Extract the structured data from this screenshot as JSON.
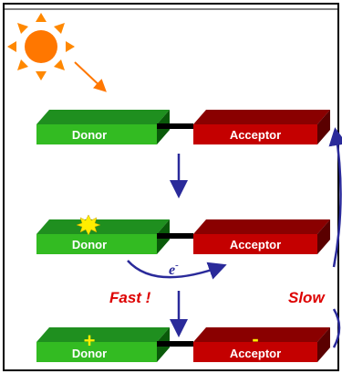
{
  "rows": [
    {
      "donor": {
        "label": "Donor",
        "mark": ""
      },
      "acceptor": {
        "label": "Acceptor",
        "mark": ""
      }
    },
    {
      "donor": {
        "label": "Donor",
        "mark": ""
      },
      "acceptor": {
        "label": "Acceptor",
        "mark": ""
      }
    },
    {
      "donor": {
        "label": "Donor",
        "mark": "+"
      },
      "acceptor": {
        "label": "Acceptor",
        "mark": "-"
      }
    }
  ],
  "annotations": {
    "electron": "e",
    "electron_sup": "-",
    "fast": "Fast !",
    "slow": "Slow"
  },
  "colors": {
    "donor_top": "#1f8f1f",
    "donor_front": "#33bb22",
    "donor_side": "#0a5a0a",
    "acceptor_top": "#8a0000",
    "acceptor_front": "#c40000",
    "acceptor_side": "#5a0000",
    "arrow": "#2a2a9a",
    "fast_slow": "#dd0000",
    "sun": "#ff7700",
    "sun_ray": "#ff8800",
    "excitation_burst": "#ffee00",
    "frame": "#000000"
  },
  "icons": [
    "sun-icon",
    "excitation-burst-icon"
  ]
}
